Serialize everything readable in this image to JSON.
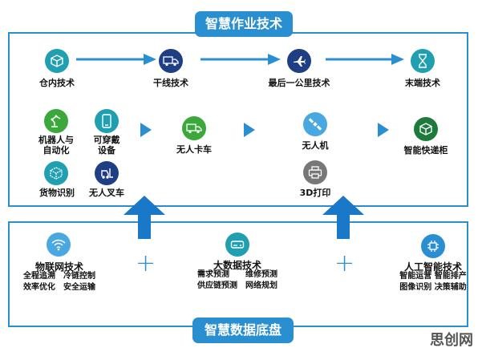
{
  "header": {
    "title": "智慧作业技术"
  },
  "footer": {
    "title": "智慧数据底盘"
  },
  "flow": {
    "warehouse": "仓内技术",
    "trunk": "干线技术",
    "last_mile": "最后一公里技术",
    "end": "末端技术"
  },
  "warehouse_items": {
    "robot": [
      "机器人与",
      "自动化"
    ],
    "wearable": [
      "可穿戴",
      "设备"
    ],
    "goods_id": "货物识别",
    "forklift": "无人叉车"
  },
  "trunk_items": {
    "truck": "无人卡车"
  },
  "last_mile_items": {
    "drone": "无人机",
    "printing": "3D打印"
  },
  "end_items": {
    "locker": "智能快递柜"
  },
  "base": {
    "iot": {
      "title": "物联网技术",
      "lines": [
        "全程追溯　冷链控制",
        "效率优化　安全运输"
      ]
    },
    "bigdata": {
      "title": "大数据技术",
      "lines": [
        "需求预测　　维修预测",
        "供应链预测　网络规划"
      ]
    },
    "ai": {
      "title": "人工智能技术",
      "lines": [
        "智能运营 智能排产",
        "图像识别 决策辅助"
      ]
    },
    "plus": "+"
  },
  "watermark": "思创网",
  "colors": {
    "blue": "#2a8fd0",
    "dark_blue": "#1f3f84",
    "teal": "#1f9fb0",
    "green": "#3aa83a",
    "dark_green": "#1c7a3a",
    "gray": "#777777",
    "light_blue": "#4aa8e0"
  }
}
